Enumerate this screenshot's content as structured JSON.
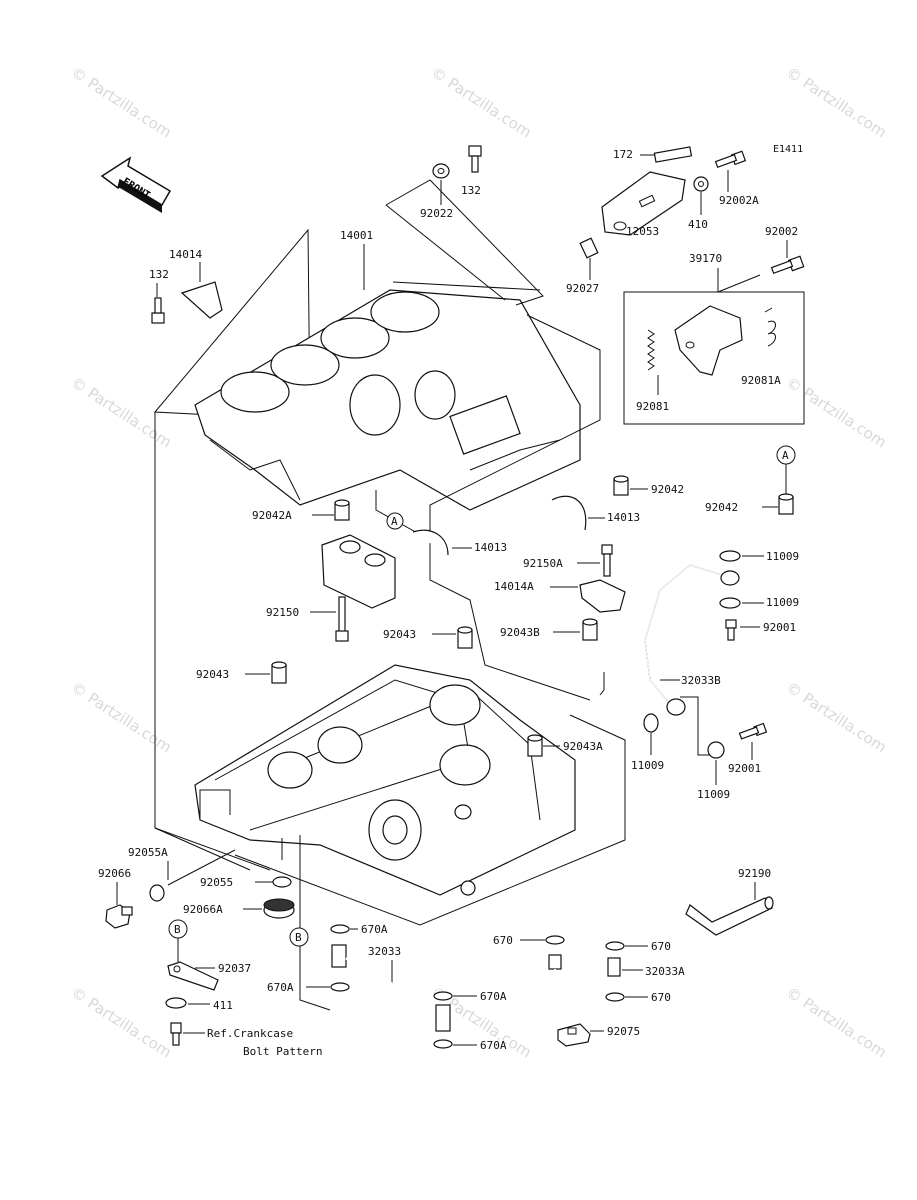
{
  "diagram": {
    "code": "E1411",
    "watermark": "© Partzilla.com",
    "front_label": "FRONT",
    "callout_a": "A",
    "callout_b": "B",
    "note_line1": "Ref.Crankcase",
    "note_line2": "Bolt Pattern",
    "parts": {
      "p172": "172",
      "p132_top": "132",
      "p92022": "92022",
      "p92002A": "92002A",
      "p410": "410",
      "p12053": "12053",
      "p92027": "92027",
      "p39170": "39170",
      "p92002": "92002",
      "p14014": "14014",
      "p132_left": "132",
      "p14001": "14001",
      "p92081": "92081",
      "p92081A": "92081A",
      "p92042_mid": "92042",
      "p92042_right": "92042",
      "p92042A": "92042A",
      "p14013_right": "14013",
      "p14013_left": "14013",
      "p92150A": "92150A",
      "p14014A": "14014A",
      "p11009_1": "11009",
      "p11009_2": "11009",
      "p92001_1": "92001",
      "p92150": "92150",
      "p92043_mid": "92043",
      "p92043B": "92043B",
      "p92043_left": "92043",
      "p32033B": "32033B",
      "p92043A": "92043A",
      "p11009_3": "11009",
      "p92001_2": "92001",
      "p11009_4": "11009",
      "p92055A": "92055A",
      "p92066": "92066",
      "p92055": "92055",
      "p92066A": "92066A",
      "p92190": "92190",
      "p670A_1": "670A",
      "p32033": "32033",
      "p670_1": "670",
      "p670_2": "670",
      "p92037": "92037",
      "p32033A": "32033A",
      "p670A_2": "670A",
      "p670A_3": "670A",
      "p411": "411",
      "p670_3": "670",
      "p92075": "92075",
      "p670A_4": "670A"
    }
  }
}
